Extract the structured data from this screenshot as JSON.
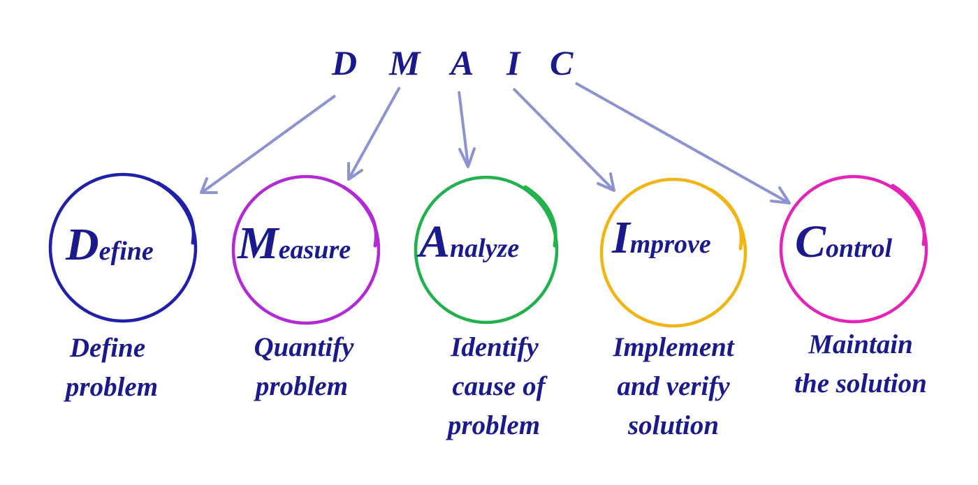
{
  "title_letters": [
    "D",
    "M",
    "A",
    "I",
    "C"
  ],
  "steps": [
    {
      "initial": "D",
      "rest": "efine",
      "color": "#1f1fa8",
      "description": [
        "Define",
        "problem"
      ]
    },
    {
      "initial": "M",
      "rest": "easure",
      "color": "#b12ad6",
      "description": [
        "Quantify",
        "problem"
      ]
    },
    {
      "initial": "A",
      "rest": "nalyze",
      "color": "#22b14c",
      "description": [
        "Identify",
        "cause of",
        "problem"
      ]
    },
    {
      "initial": "I",
      "rest": "mprove",
      "color": "#f0b414",
      "description": [
        "Implement",
        "and verify",
        "solution"
      ]
    },
    {
      "initial": "C",
      "rest": "ontrol",
      "color": "#e324b8",
      "description": [
        "Maintain",
        "the solution"
      ]
    }
  ],
  "colors": {
    "text": "#1a1a8c",
    "arrow": "#8c93cf",
    "background": "#ffffff"
  }
}
